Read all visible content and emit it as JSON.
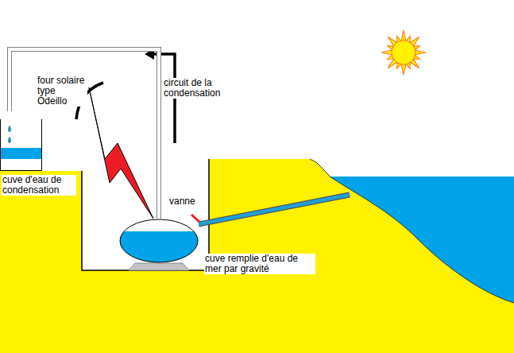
{
  "diagram": {
    "nodes": [
      {
        "text": [
          "cuve d'eau de condensation"
        ]
      },
      {
        "text": [
          "cuve remplie d'eau de mer par gravité"
        ]
      }
    ],
    "edges": [
      {
        "from": 1,
        "to": 0,
        "arrow": "none"
      }
    ],
    "labels": [
      "four solaire type Odeillo",
      "circuit de la condensation",
      "vanne"
    ]
  }
}
